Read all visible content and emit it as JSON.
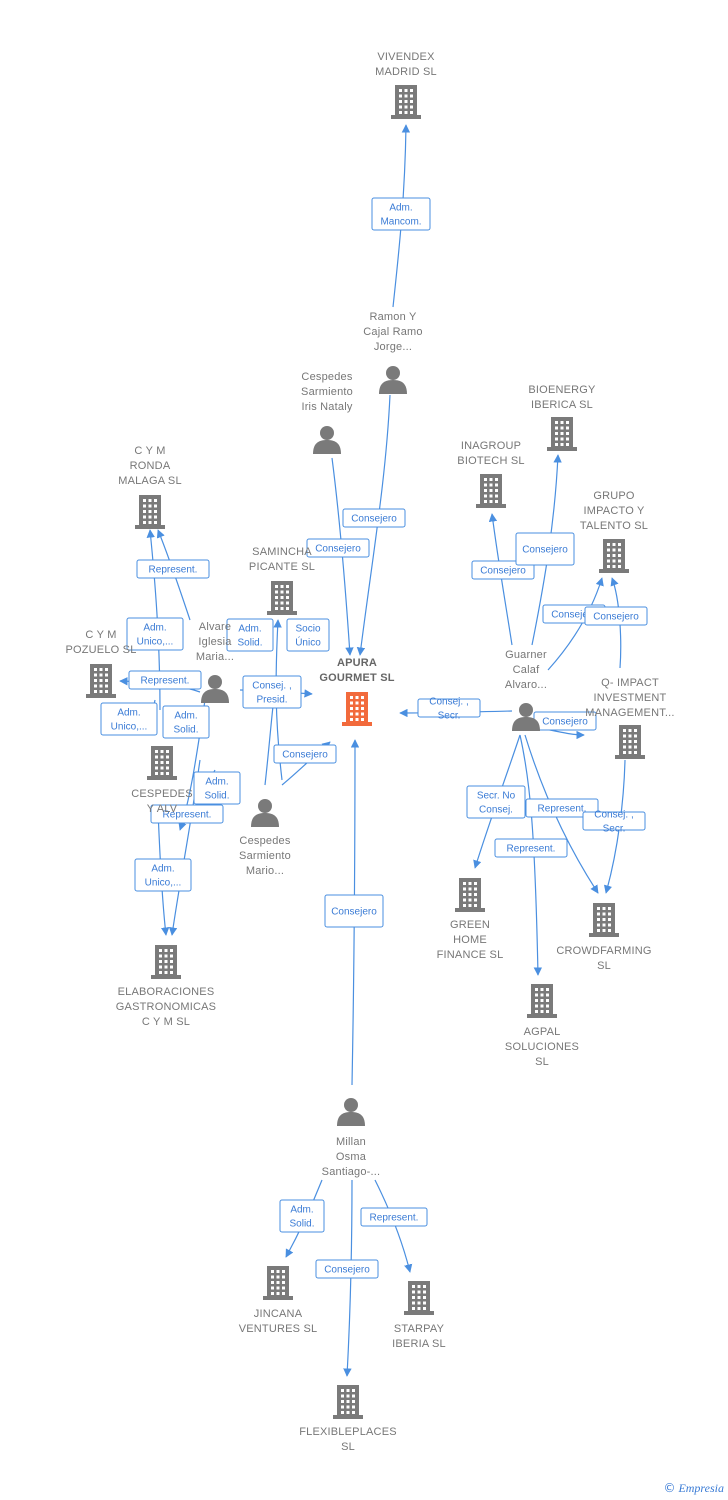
{
  "nodes": [
    {
      "id": "vivendex",
      "type": "company",
      "lines": [
        "VIVENDEX",
        "MADRID  SL"
      ]
    },
    {
      "id": "ramon",
      "type": "person",
      "lines": [
        "Ramon Y",
        "Cajal Ramo",
        "Jorge..."
      ]
    },
    {
      "id": "cespedes_iris",
      "type": "person",
      "lines": [
        "Cespedes",
        "Sarmiento",
        "Iris Nataly"
      ]
    },
    {
      "id": "apura",
      "type": "company",
      "main": true,
      "lines": [
        "APURA",
        "GOURMET  SL"
      ]
    },
    {
      "id": "cym_ronda",
      "type": "company",
      "lines": [
        "C Y M",
        "RONDA",
        "MALAGA  SL"
      ]
    },
    {
      "id": "saminchan",
      "type": "company",
      "lines": [
        "SAMINCHA",
        "PICANTE  SL"
      ]
    },
    {
      "id": "alvarez",
      "type": "person",
      "lines": [
        "Alvare",
        "Iglesia",
        "Maria..."
      ]
    },
    {
      "id": "cym_pozuelo",
      "type": "company",
      "lines": [
        "C Y M",
        "POZUELO  SL"
      ]
    },
    {
      "id": "cespedes_alv",
      "type": "company",
      "lines": [
        "CESPEDES",
        "Y ALV"
      ]
    },
    {
      "id": "cespedes_mario",
      "type": "person",
      "lines": [
        "Cespedes",
        "Sarmiento",
        "Mario..."
      ]
    },
    {
      "id": "elaboraciones",
      "type": "company",
      "lines": [
        "ELABORACIONES",
        "GASTRONOMICAS",
        "C Y M  SL"
      ]
    },
    {
      "id": "bioenergy",
      "type": "company",
      "lines": [
        "BIOENERGY",
        "IBERICA  SL"
      ]
    },
    {
      "id": "inagroup",
      "type": "company",
      "lines": [
        "INAGROUP",
        "BIOTECH  SL"
      ]
    },
    {
      "id": "grupo_impacto",
      "type": "company",
      "lines": [
        "GRUPO",
        "IMPACTO Y",
        "TALENTO  SL"
      ]
    },
    {
      "id": "guarner",
      "type": "person",
      "lines": [
        "Guarner",
        "Calaf",
        "Alvaro..."
      ]
    },
    {
      "id": "qimpact",
      "type": "company",
      "lines": [
        "Q- IMPACT",
        "INVESTMENT",
        "MANAGEMENT..."
      ]
    },
    {
      "id": "green_home",
      "type": "company",
      "lines": [
        "GREEN",
        "HOME",
        "FINANCE  SL"
      ]
    },
    {
      "id": "crowdfarming",
      "type": "company",
      "lines": [
        "CROWDFARMING",
        "SL"
      ]
    },
    {
      "id": "agpal",
      "type": "company",
      "lines": [
        "AGPAL",
        "SOLUCIONES",
        "SL"
      ]
    },
    {
      "id": "millan",
      "type": "person",
      "lines": [
        "Millan",
        "Osma",
        "Santiago-..."
      ]
    },
    {
      "id": "jincana",
      "type": "company",
      "lines": [
        "JINCANA",
        "VENTURES  SL"
      ]
    },
    {
      "id": "starpay",
      "type": "company",
      "lines": [
        "STARPAY",
        "IBERIA  SL"
      ]
    },
    {
      "id": "flexibleplaces",
      "type": "company",
      "lines": [
        "FLEXIBLEPLACES",
        "SL"
      ]
    }
  ],
  "edges": [
    {
      "lines": [
        "Adm.",
        "Mancom."
      ]
    },
    {
      "lines": [
        "Consejero"
      ]
    },
    {
      "lines": [
        "Consejero"
      ]
    },
    {
      "lines": [
        "Represent."
      ]
    },
    {
      "lines": [
        "Adm.",
        "Unico,..."
      ]
    },
    {
      "lines": [
        "Represent."
      ]
    },
    {
      "lines": [
        "Adm.",
        "Unico,..."
      ]
    },
    {
      "lines": [
        "Adm.",
        "Solid."
      ]
    },
    {
      "lines": [
        "Adm.",
        "Solid."
      ]
    },
    {
      "lines": [
        "Represent."
      ]
    },
    {
      "lines": [
        "Adm.",
        "Unico,..."
      ]
    },
    {
      "lines": [
        "Adm.",
        "Solid."
      ]
    },
    {
      "lines": [
        "Socio",
        "Único"
      ]
    },
    {
      "lines": [
        "Consej. ,",
        "Presid."
      ]
    },
    {
      "lines": [
        "Consejero"
      ]
    },
    {
      "lines": [
        "Consejero"
      ]
    },
    {
      "lines": [
        "Consej. ,",
        "Secr."
      ]
    },
    {
      "lines": [
        "Consejero"
      ]
    },
    {
      "lines": [
        "Consejero"
      ]
    },
    {
      "lines": [
        "Consejero"
      ]
    },
    {
      "lines": [
        "Consejero"
      ]
    },
    {
      "lines": [
        "Secr.  No",
        "Consej."
      ]
    },
    {
      "lines": [
        "Represent."
      ]
    },
    {
      "lines": [
        "Represent."
      ]
    },
    {
      "lines": [
        "Consejero"
      ]
    },
    {
      "lines": [
        "Consej. ,",
        "Secr."
      ]
    },
    {
      "lines": [
        "Adm.",
        "Solid."
      ]
    },
    {
      "lines": [
        "Represent."
      ]
    },
    {
      "lines": [
        "Consejero"
      ]
    }
  ],
  "credit": {
    "symbol": "©",
    "brand": "Empresia"
  },
  "colors": {
    "edge": "#4a8fe0",
    "node_icon": "#7a7a7a",
    "main_node": "#f26a3c",
    "label": "#777777"
  }
}
